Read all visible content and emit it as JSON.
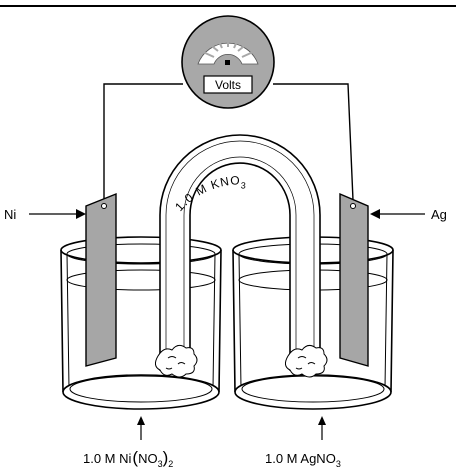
{
  "meter": {
    "label": "Volts"
  },
  "electrodes": {
    "left": {
      "label": "Ni"
    },
    "right": {
      "label": "Ag"
    }
  },
  "salt_bridge": {
    "label": "1.0 M KNO",
    "subscript": "3"
  },
  "solutions": {
    "left": {
      "prefix": "1.0 M Ni",
      "inner": "NO",
      "inner_sub": "3",
      "outer_sub": "2"
    },
    "right": {
      "prefix": "1.0 M AgNO",
      "sub": "3"
    }
  },
  "colors": {
    "line": "#000000",
    "electrode": "#a6a6a6",
    "meter_face": "#a8a8a8",
    "meter_dial": "#ffffff"
  }
}
